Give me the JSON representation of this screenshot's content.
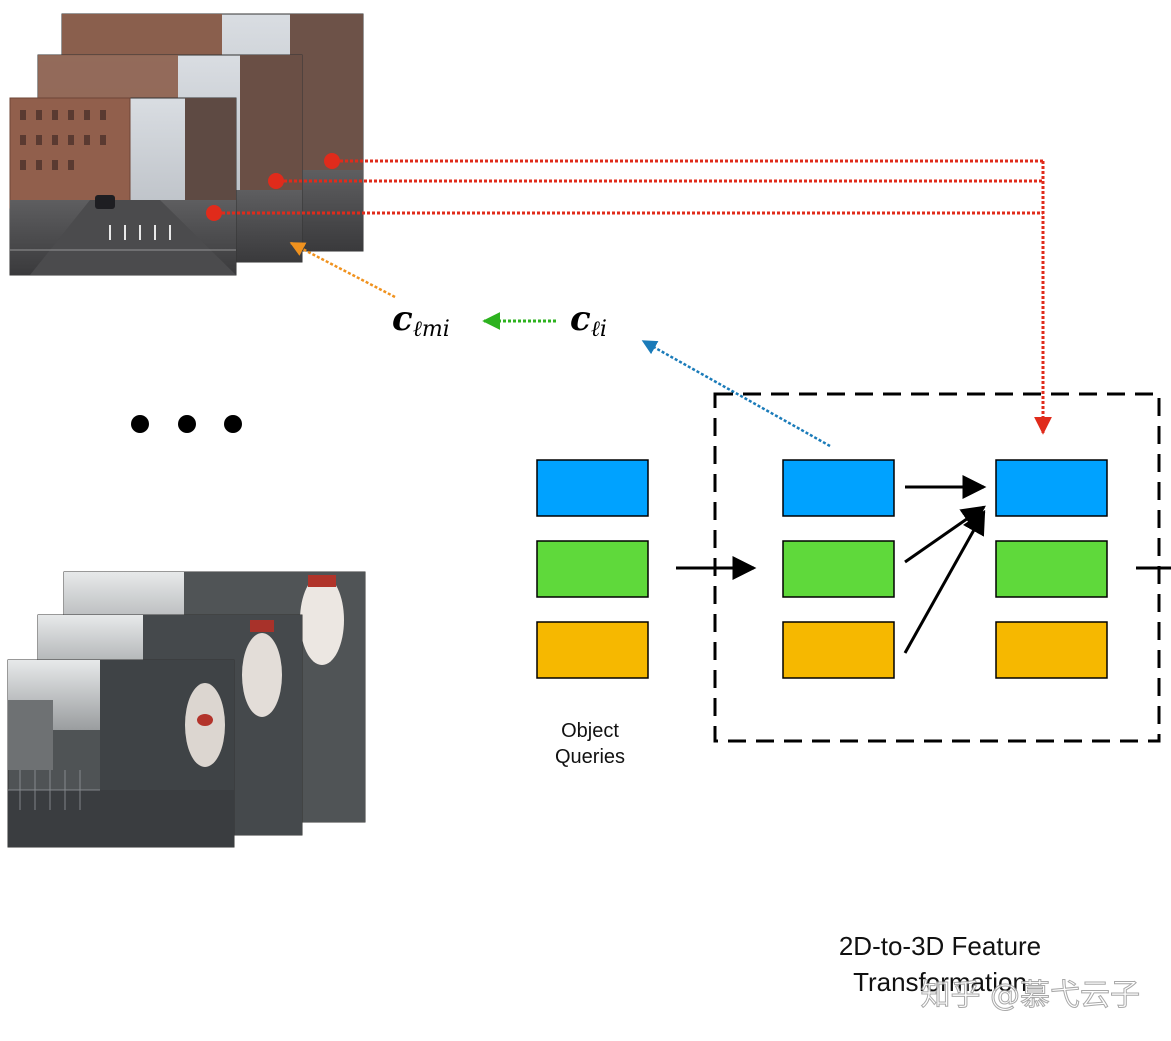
{
  "labels": {
    "object_queries_line1": "Object",
    "object_queries_line2": "Queries",
    "feature_transform_line1": "2D-to-3D Feature",
    "feature_transform_line2": "Transformation",
    "c_lmi_base": "c",
    "c_lmi_sub": "ℓmi",
    "c_li_base": "c",
    "c_li_sub": "ℓi",
    "ellipsis": "• • •",
    "watermark": "知乎 @慕弋云子"
  },
  "colors": {
    "query_blue": "#00a2ff",
    "query_green": "#5fd93b",
    "query_orange": "#f6b800",
    "red_arrow": "#e02b1b",
    "orange_arrow": "#f0921e",
    "green_arrow": "#2db21f",
    "blue_arrow": "#1a7bb9"
  }
}
